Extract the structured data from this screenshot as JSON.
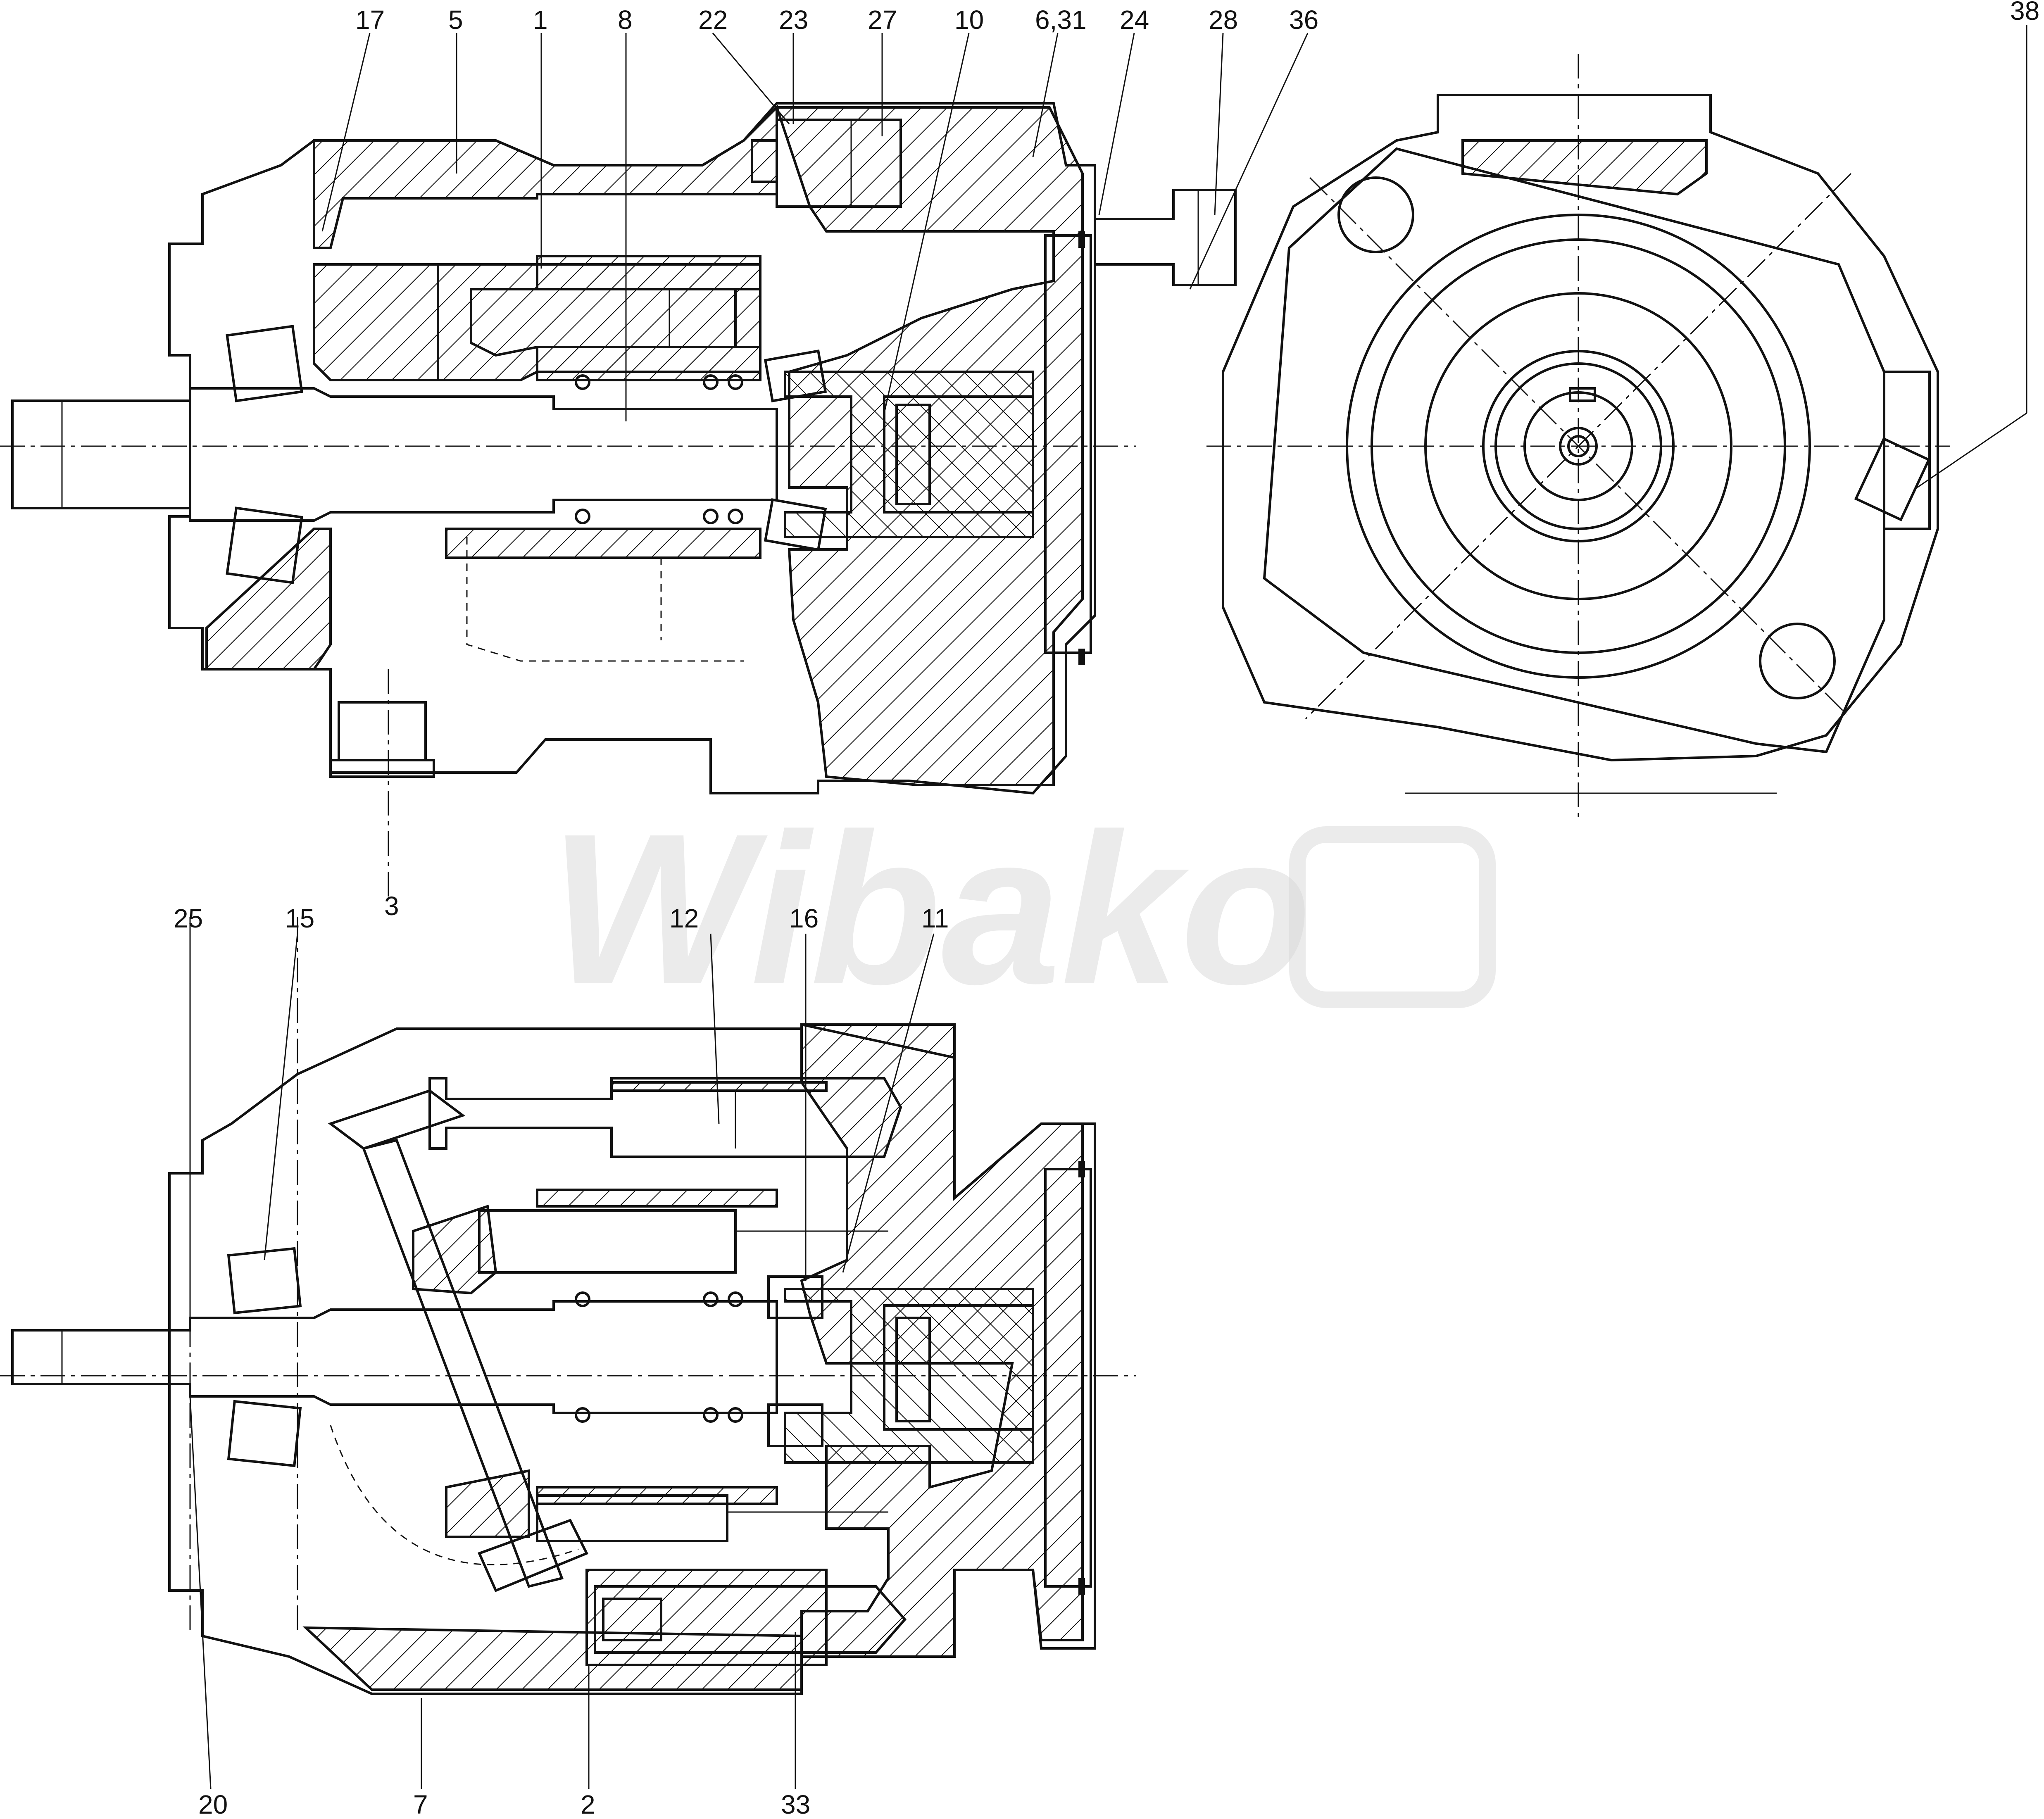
{
  "watermark": "Wibako",
  "top_view": {
    "labels": [
      "17",
      "5",
      "1",
      "8",
      "22",
      "23",
      "27",
      "10",
      "6,31",
      "24",
      "28",
      "36",
      "38"
    ]
  },
  "bottom_view": {
    "top_labels": [
      "25",
      "15",
      "3",
      "12",
      "16",
      "11"
    ],
    "bottom_labels": [
      "20",
      "7",
      "2",
      "33"
    ]
  }
}
